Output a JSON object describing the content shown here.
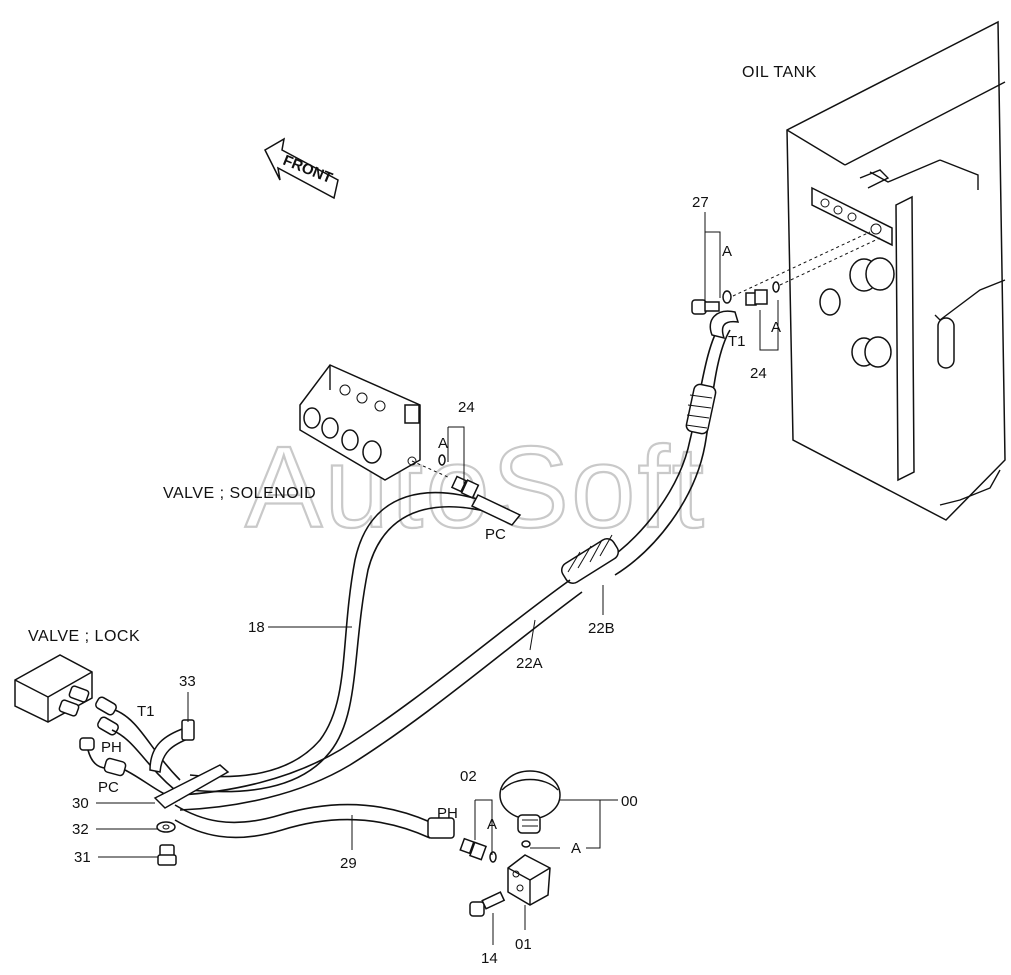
{
  "watermark": "AutoSoft",
  "labels": {
    "oil_tank": "OIL TANK",
    "front": "FRONT",
    "valve_solenoid": "VALVE ; SOLENOID",
    "valve_lock": "VALVE ; LOCK"
  },
  "port_labels": {
    "t1_tank": "T1",
    "t1_lock": "T1",
    "pc_solenoid": "PC",
    "pc_lock": "PC",
    "ph_lock": "PH",
    "ph_accumulator": "PH",
    "a_27": "A",
    "a_24_right": "A",
    "a_24_left": "A",
    "a_02": "A",
    "a_00": "A"
  },
  "part_numbers": {
    "p27": "27",
    "p24_right": "24",
    "p24_left": "24",
    "p18": "18",
    "p22b": "22B",
    "p22a": "22A",
    "p33": "33",
    "p30": "30",
    "p32": "32",
    "p31": "31",
    "p29": "29",
    "p02": "02",
    "p00": "00",
    "p14": "14",
    "p01": "01"
  }
}
